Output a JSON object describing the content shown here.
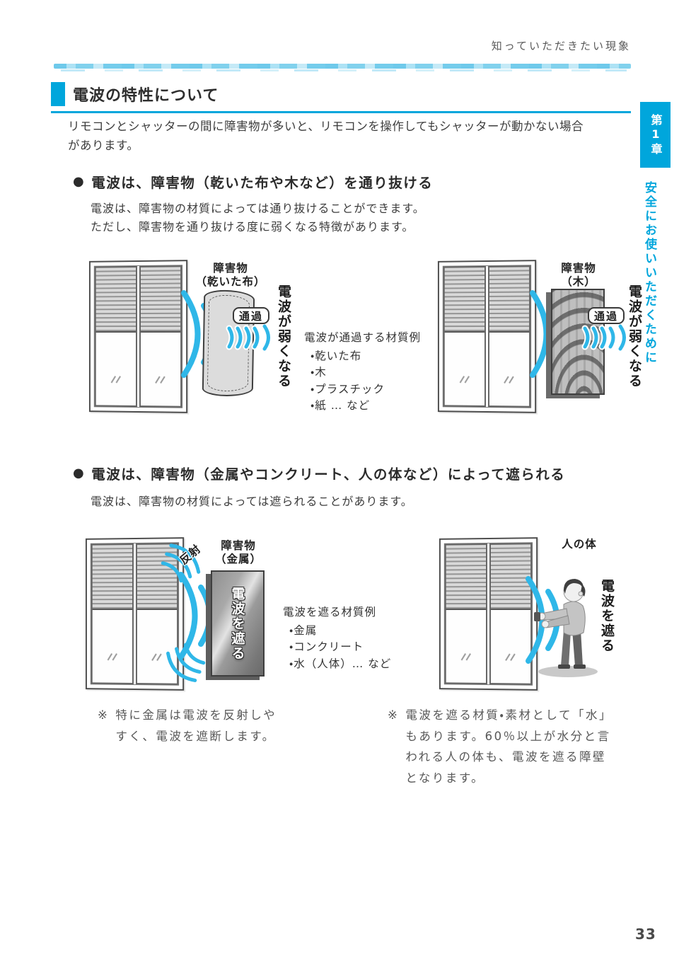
{
  "page": {
    "running_header": "知っていただきたい現象",
    "title": "電波の特性について",
    "intro": "リモコンとシャッターの間に障害物が多いと、リモコンを操作してもシャッターが動かない場合\nがあります。",
    "page_number": "33"
  },
  "sidebar": {
    "chapter": "第1章",
    "tab_label": "安全にお使いいただくために"
  },
  "section_pass": {
    "marker": "●",
    "heading": "電波は、障害物（乾いた布や木など）を通り抜ける",
    "body": "電波は、障害物の材質によっては通り抜けることができます。\nただし、障害物を通り抜ける度に弱くなる特徴があります。",
    "left_diagram": {
      "obstacle_line1": "障害物",
      "obstacle_line2": "（乾いた布）",
      "pass_badge": "通過",
      "result": "電波が弱くなる"
    },
    "materials": {
      "title": "電波が通過する材質例",
      "items": [
        "・乾いた布",
        "・木",
        "・プラスチック",
        "・紙 … など"
      ]
    },
    "right_diagram": {
      "obstacle_line1": "障害物",
      "obstacle_line2": "（木）",
      "pass_badge": "通過",
      "result": "電波が弱くなる"
    }
  },
  "section_block": {
    "marker": "●",
    "heading": "電波は、障害物（金属やコンクリート、人の体など）によって遮られる",
    "body": "電波は、障害物の材質によっては遮られることがあります。",
    "left_diagram": {
      "reflect_label": "反射",
      "obstacle_line1": "障害物",
      "obstacle_line2": "（金属）",
      "panel_text": "電波を遮る"
    },
    "materials": {
      "title": "電波を遮る材質例",
      "items": [
        "・金属",
        "・コンクリート",
        "・水（人体）… など"
      ]
    },
    "right_diagram": {
      "obstacle_label": "人の体",
      "result": "電波を遮る"
    },
    "note_left": {
      "marker": "※",
      "text": "特に金属は電波を反射しや\nすく、電波を遮断します。"
    },
    "note_right": {
      "marker": "※",
      "text": "電波を遮る材質・素材として「水」\nもあります。60％以上が水分と言\nわれる人の体も、電波を遮る障壁\nとなります。"
    }
  },
  "colors": {
    "accent_blue": "#00A6DC",
    "wave_blue": "#2FB7E8",
    "brush_blue": "#8FD8F2"
  }
}
